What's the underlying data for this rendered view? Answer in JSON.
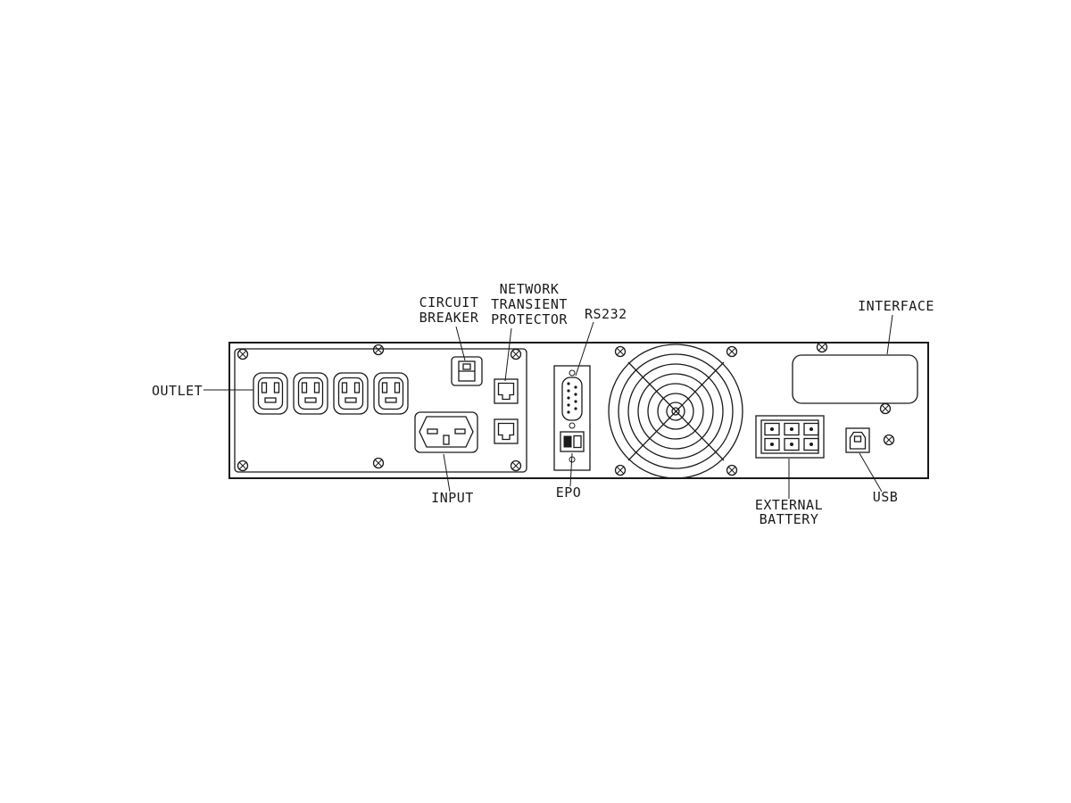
{
  "labels": {
    "outlet": "OUTLET",
    "circuit_breaker": [
      "CIRCUIT",
      "BREAKER"
    ],
    "network_transient_protector": [
      "NETWORK",
      "TRANSIENT",
      "PROTECTOR"
    ],
    "rs232": "RS232",
    "interface": "INTERFACE",
    "input": "INPUT",
    "epo": "EPO",
    "external_battery": [
      "EXTERNAL",
      "BATTERY"
    ],
    "usb": "USB"
  },
  "colors": {
    "line": "#1a1a1a",
    "background": "#ffffff"
  }
}
